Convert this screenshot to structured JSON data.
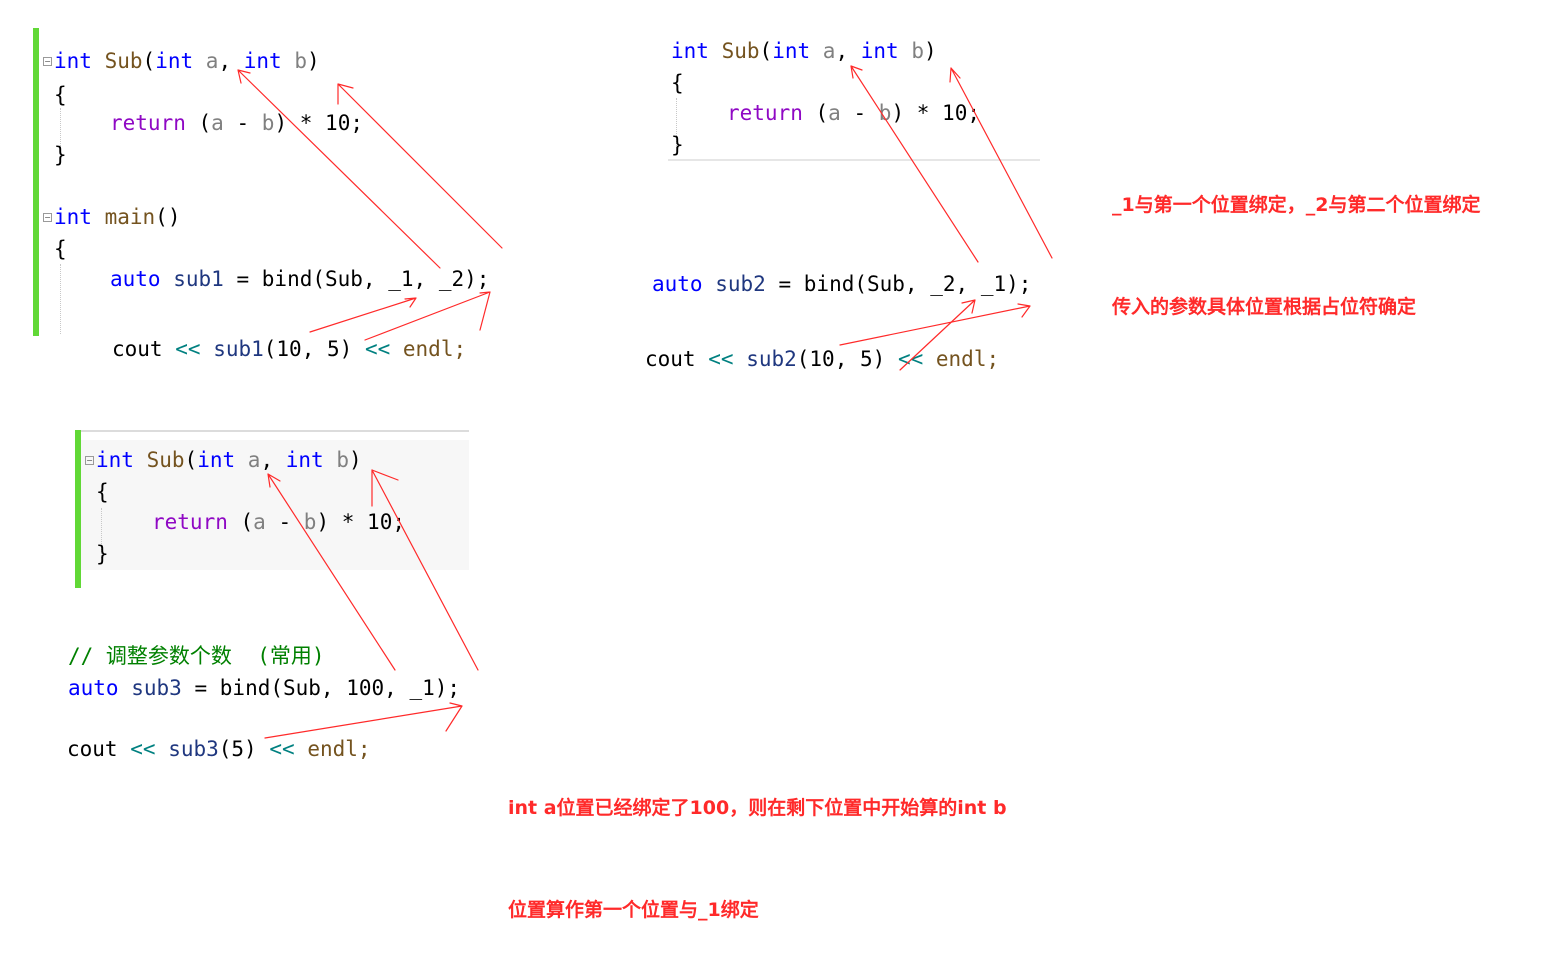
{
  "panel1": {
    "line1": {
      "kw1": "int",
      "fn": "Sub",
      "p1": "(",
      "kw2": "int",
      "a": "a",
      "c": ",",
      "kw3": "int",
      "b": "b",
      "p2": ")"
    },
    "open_brace": "{",
    "ret": {
      "kw": "return",
      "expr1": "(",
      "a": "a",
      "minus": "-",
      "b": "b",
      "expr2": ")",
      "rest": "* 10;"
    },
    "close_brace": "}",
    "main": {
      "kw": "int",
      "fn": "main",
      "p": "()"
    },
    "open_brace2": "{",
    "bind_line": {
      "kw": "auto",
      "var": "sub1",
      "eq": "=",
      "fn": "bind",
      "args": "(Sub,",
      "ph1": "_1,",
      "ph2": "_2);"
    },
    "cout_line": {
      "cout": "cout",
      "op1": "<<",
      "call": "sub1",
      "args": "(10, 5)",
      "op2": "<<",
      "endl": "endl;"
    }
  },
  "panel2": {
    "line1": {
      "kw1": "int",
      "fn": "Sub",
      "p1": "(",
      "kw2": "int",
      "a": "a",
      "c": ",",
      "kw3": "int",
      "b": "b",
      "p2": ")"
    },
    "open_brace": "{",
    "ret": {
      "kw": "return",
      "expr1": "(",
      "a": "a",
      "minus": "-",
      "b": "b",
      "expr2": ")",
      "rest": "* 10;"
    },
    "close_brace": "}",
    "bind_line": {
      "kw": "auto",
      "var": "sub2",
      "eq": "=",
      "fn": "bind",
      "args": "(Sub,",
      "ph1": "_2,",
      "ph2": "_1);"
    },
    "cout_line": {
      "cout": "cout",
      "op1": "<<",
      "call": "sub2",
      "args": "(10, 5)",
      "op2": "<<",
      "endl": "endl;"
    }
  },
  "note_top": {
    "line1": "_1与第一个位置绑定，_2与第二个位置绑定",
    "line2": "传入的参数具体位置根据占位符确定"
  },
  "panel3": {
    "line1": {
      "kw1": "int",
      "fn": "Sub",
      "p1": "(",
      "kw2": "int",
      "a": "a",
      "c": ",",
      "kw3": "int",
      "b": "b",
      "p2": ")"
    },
    "open_brace": "{",
    "ret": {
      "kw": "return",
      "expr1": "(",
      "a": "a",
      "minus": "-",
      "b": "b",
      "expr2": ")",
      "rest": "* 10;"
    },
    "close_brace": "}",
    "comment": "// 调整参数个数  (常用)",
    "bind_line": {
      "kw": "auto",
      "var": "sub3",
      "eq": "=",
      "fn": "bind",
      "args": "(Sub, 100,",
      "ph1": "_1);"
    },
    "cout_line": {
      "cout": "cout",
      "op1": "<<",
      "call": "sub3",
      "args": "(5)",
      "op2": "<<",
      "endl": "endl;"
    }
  },
  "note_bottom": {
    "line1": "int a位置已经绑定了100，则在剩下位置中开始算的int b",
    "line2": "位置算作第一个位置与_1绑定"
  },
  "colors": {
    "keyword": "#0000ff",
    "control_keyword": "#8f08c4",
    "function": "#74531f",
    "parameter": "#808080",
    "variable": "#1f377f",
    "operator": "#008080",
    "comment": "#008000",
    "annotation": "#ff2a2a",
    "change_bar": "#61d836"
  }
}
